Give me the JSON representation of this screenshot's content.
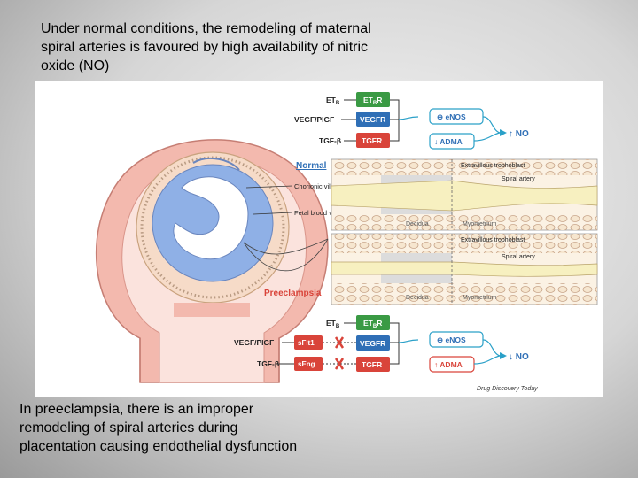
{
  "captions": {
    "top": "Under normal conditions, the remodeling of maternal spiral arteries is favoured by high availability of nitric oxide (NO)",
    "bottom": "In preeclampsia, there is an improper remodeling of spiral arteries during placentation causing endothelial dysfunction"
  },
  "figure": {
    "normal_label": "Normal",
    "preeclampsia_label": "Preeclampsia",
    "credit": "Drug Discovery Today",
    "uterus_labels": {
      "chorionic_villi": "Chorionic villi",
      "fetal_blood_vessel": "Fetal blood vessel"
    },
    "tissue_labels": {
      "extravillous_trophoblast": "Extravillous trophoblast",
      "spiral_artery": "Spiral artery",
      "decidua": "Decidua",
      "myometrium": "Myometrium"
    },
    "top_pathway": {
      "ligands": [
        "ET",
        "VEGF/PlGF",
        "TGF-β"
      ],
      "ligand_sub": "B",
      "receptors": [
        "ET",
        "VEGFR",
        "TGFR"
      ],
      "receptor_sub": "B",
      "receptor_suffix": "R",
      "enos": "⊕ eNOS",
      "adma": "↓ ADMA",
      "no": "↑ NO"
    },
    "bottom_pathway": {
      "ligands": [
        "ET",
        "VEGF/PlGF",
        "TGF-β"
      ],
      "ligand_sub": "B",
      "inhibitors": [
        "sFlt1",
        "sEng"
      ],
      "receptors": [
        "ET",
        "VEGFR",
        "TGFR"
      ],
      "receptor_sub": "B",
      "receptor_suffix": "R",
      "enos": "⊖ eNOS",
      "adma": "↑ ADMA",
      "no": "↓ NO"
    },
    "colors": {
      "green": "#3a9a44",
      "blue": "#2f6fb6",
      "red": "#d9443a",
      "label_blue": "#2f6fb6",
      "label_red": "#d9443a",
      "uterus_pink": "#f0aaa0",
      "fetus_blue": "#8fb0e6"
    }
  }
}
